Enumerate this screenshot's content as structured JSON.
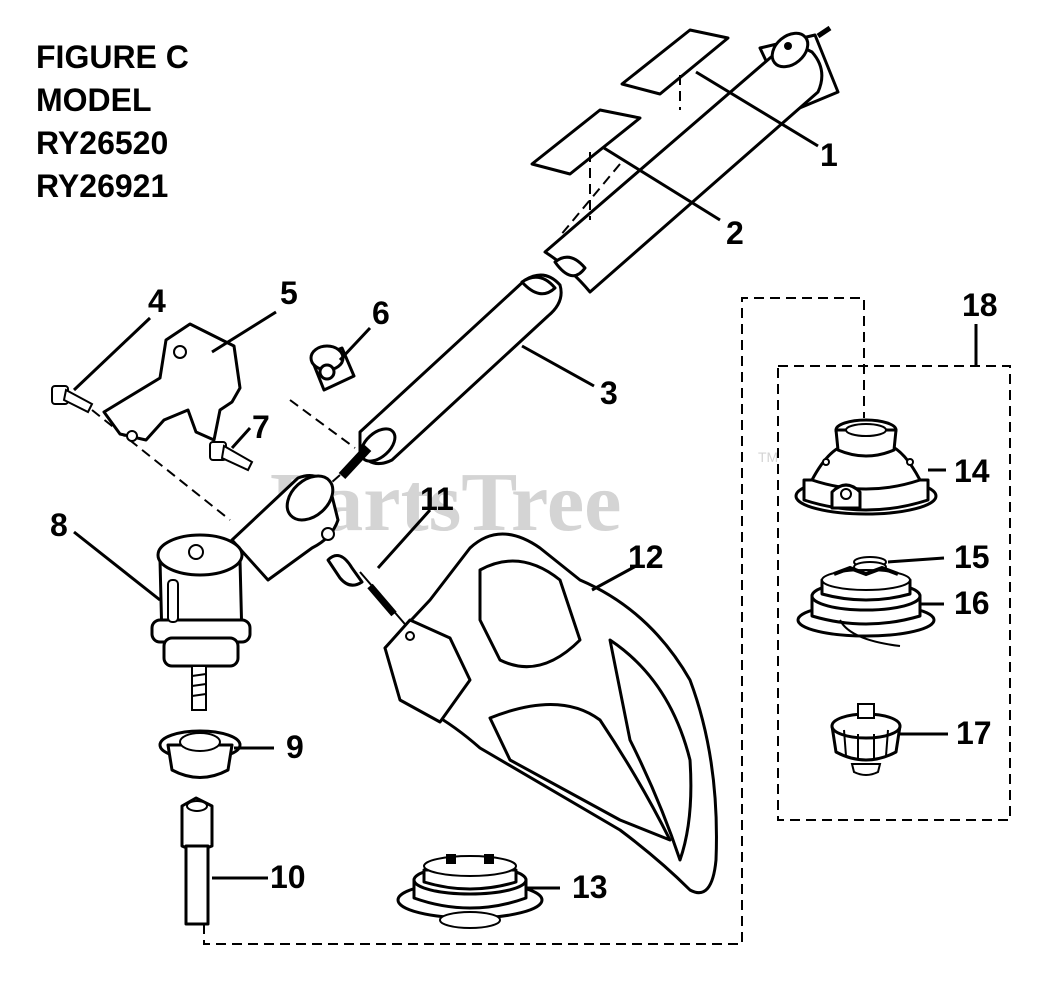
{
  "title": {
    "line1": "FIGURE C",
    "line2": "MODEL",
    "line3": "RY26520",
    "line4": "RY26921"
  },
  "watermark": {
    "text": "PartsTree",
    "tm": "TM"
  },
  "callouts": [
    {
      "id": "1",
      "label": "1"
    },
    {
      "id": "2",
      "label": "2"
    },
    {
      "id": "3",
      "label": "3"
    },
    {
      "id": "4",
      "label": "4"
    },
    {
      "id": "5",
      "label": "5"
    },
    {
      "id": "6",
      "label": "6"
    },
    {
      "id": "7",
      "label": "7"
    },
    {
      "id": "8",
      "label": "8"
    },
    {
      "id": "9",
      "label": "9"
    },
    {
      "id": "10",
      "label": "10"
    },
    {
      "id": "11",
      "label": "11"
    },
    {
      "id": "12",
      "label": "12"
    },
    {
      "id": "13",
      "label": "13"
    },
    {
      "id": "14",
      "label": "14"
    },
    {
      "id": "15",
      "label": "15"
    },
    {
      "id": "16",
      "label": "16"
    },
    {
      "id": "17",
      "label": "17"
    },
    {
      "id": "18",
      "label": "18"
    }
  ]
}
